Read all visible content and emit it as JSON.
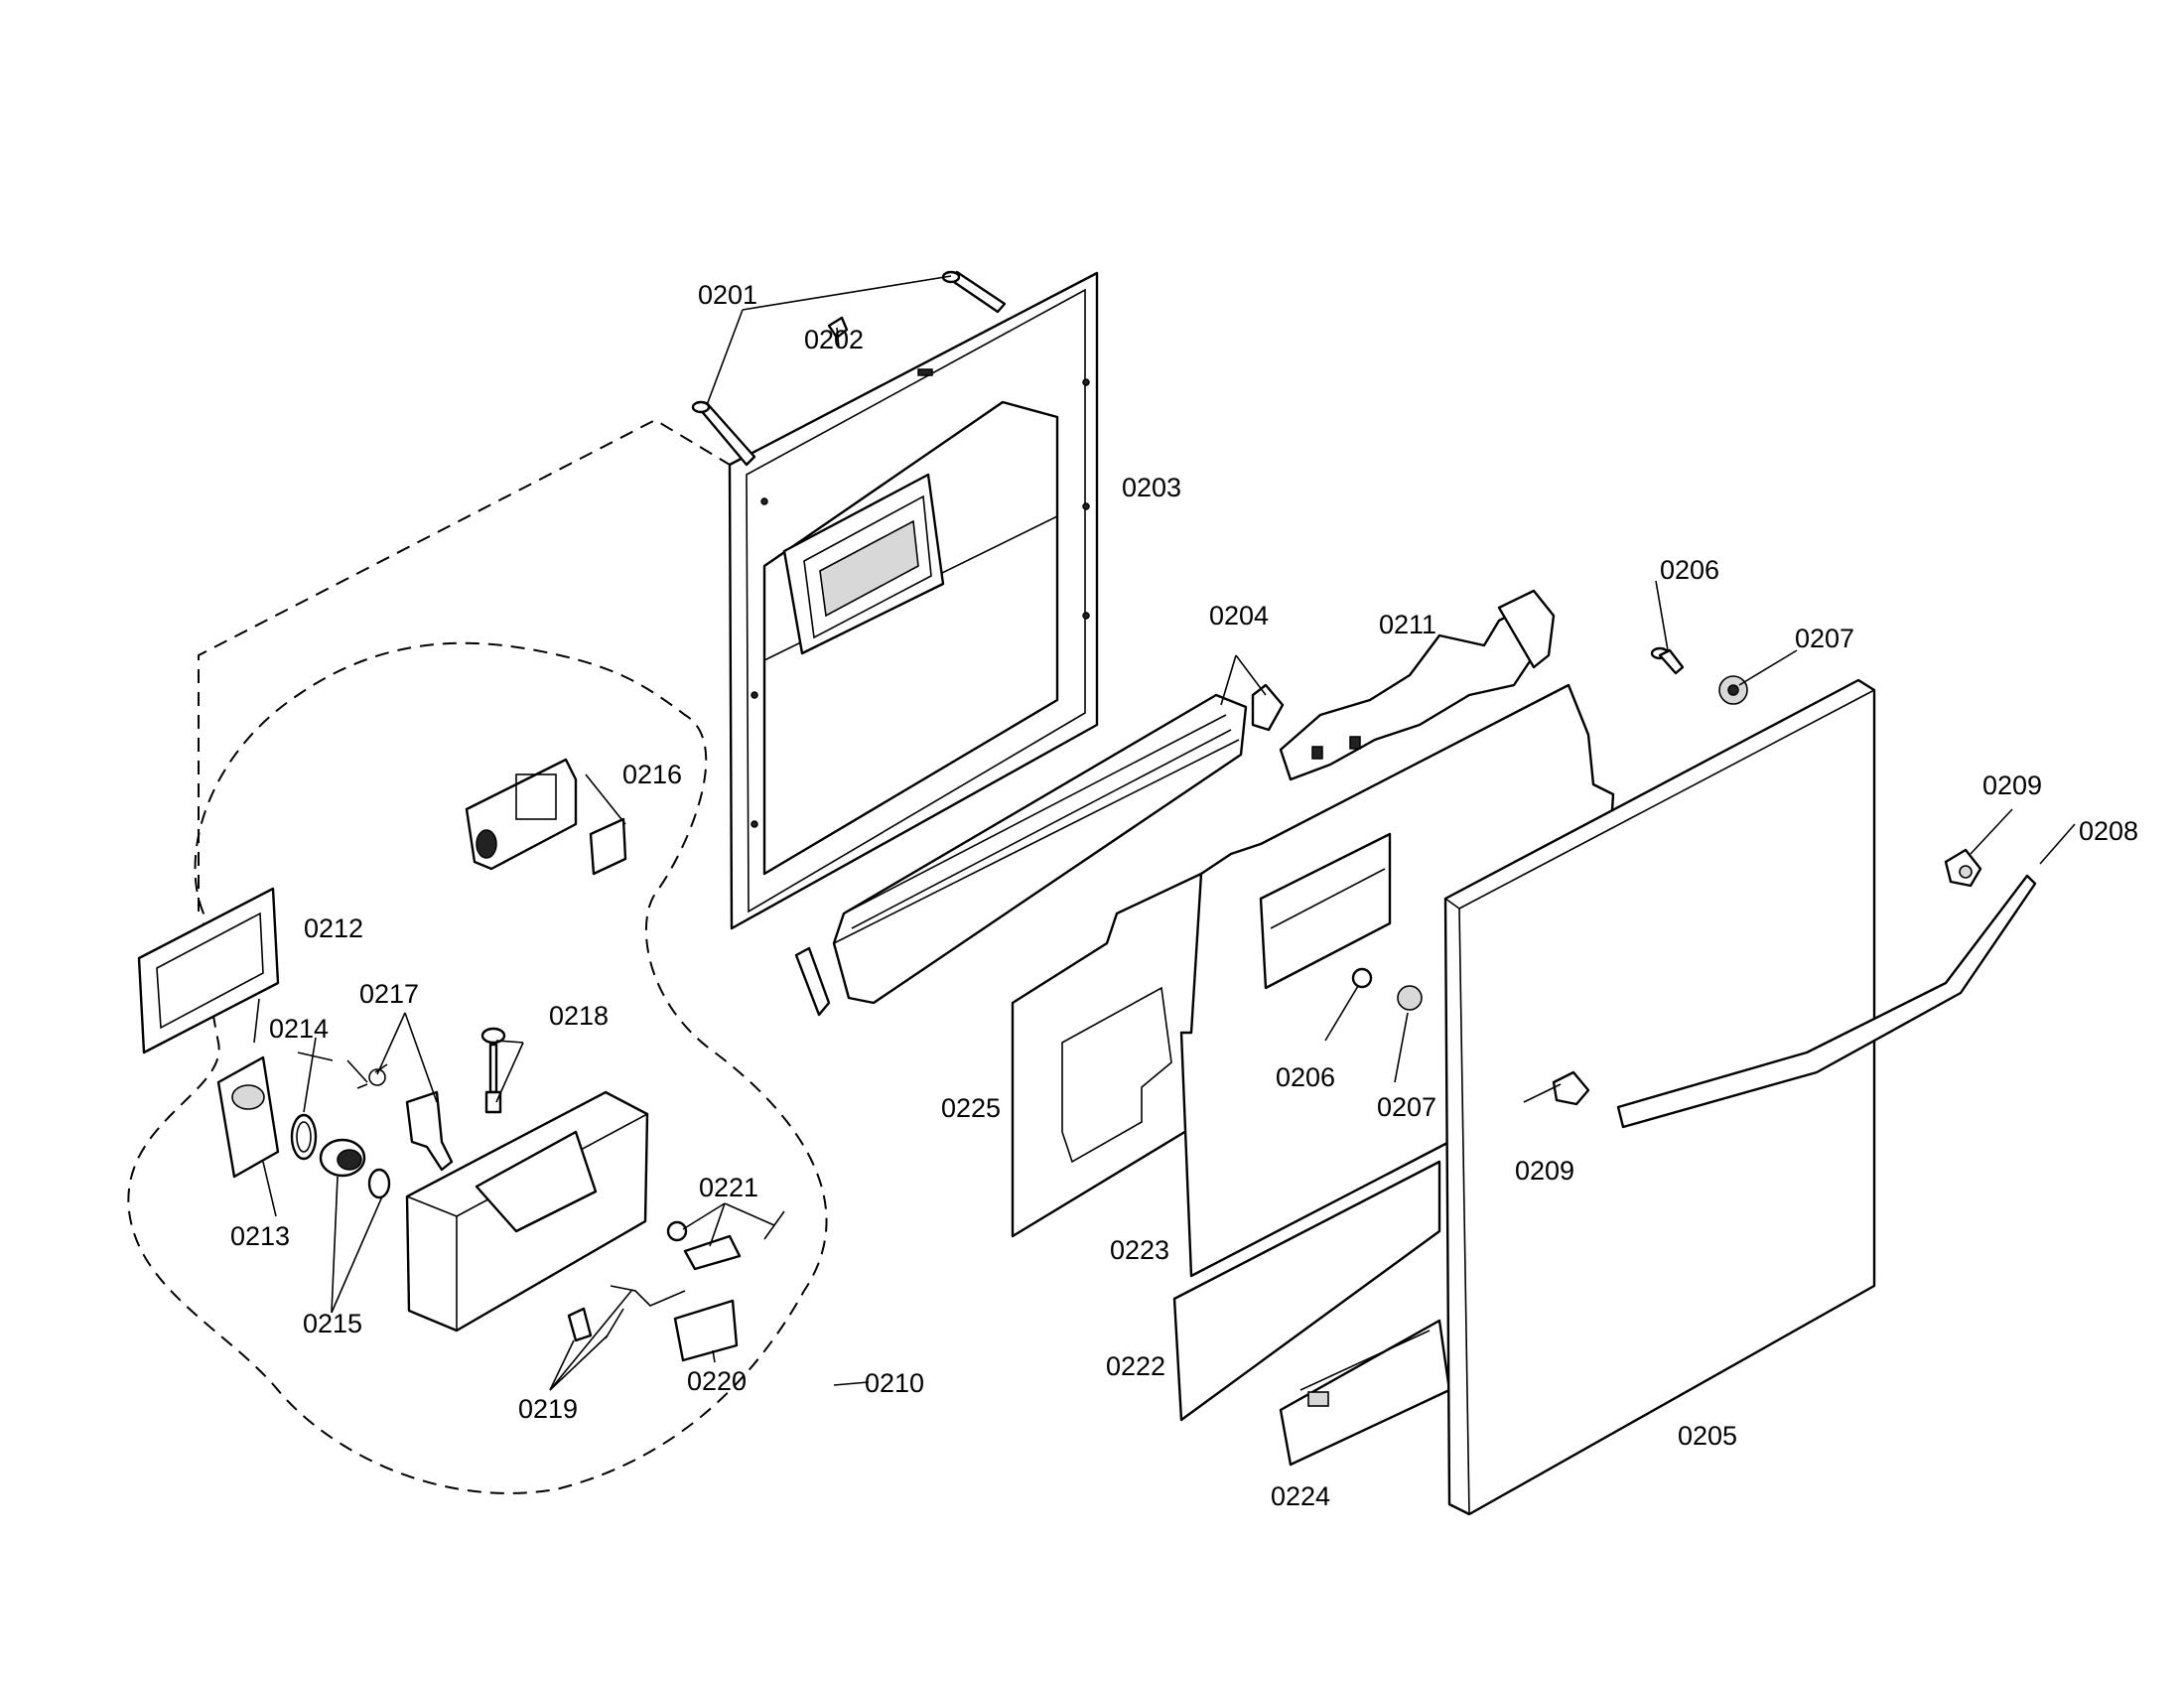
{
  "labels": {
    "p0201": "0201",
    "p0202": "0202",
    "p0203": "0203",
    "p0204": "0204",
    "p0205": "0205",
    "p0206a": "0206",
    "p0206b": "0206",
    "p0207a": "0207",
    "p0207b": "0207",
    "p0208": "0208",
    "p0209a": "0209",
    "p0209b": "0209",
    "p0210": "0210",
    "p0211": "0211",
    "p0212": "0212",
    "p0213": "0213",
    "p0214": "0214",
    "p0215": "0215",
    "p0216": "0216",
    "p0217": "0217",
    "p0218": "0218",
    "p0219": "0219",
    "p0220": "0220",
    "p0221": "0221",
    "p0222": "0222",
    "p0223": "0223",
    "p0224": "0224",
    "p0225": "0225"
  }
}
